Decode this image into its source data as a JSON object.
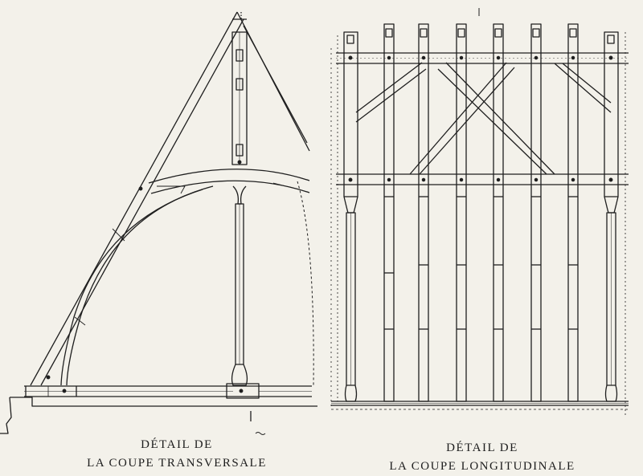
{
  "captions": {
    "transverse": {
      "line1": "DÉTAIL DE",
      "line2": "LA COUPE TRANSVERSALE"
    },
    "longitudinal": {
      "line1": "DÉTAIL DE",
      "line2": "LA COUPE LONGITUDINALE"
    }
  },
  "colors": {
    "paper": "#f3f1ea",
    "ink": "#1f1f1f"
  }
}
